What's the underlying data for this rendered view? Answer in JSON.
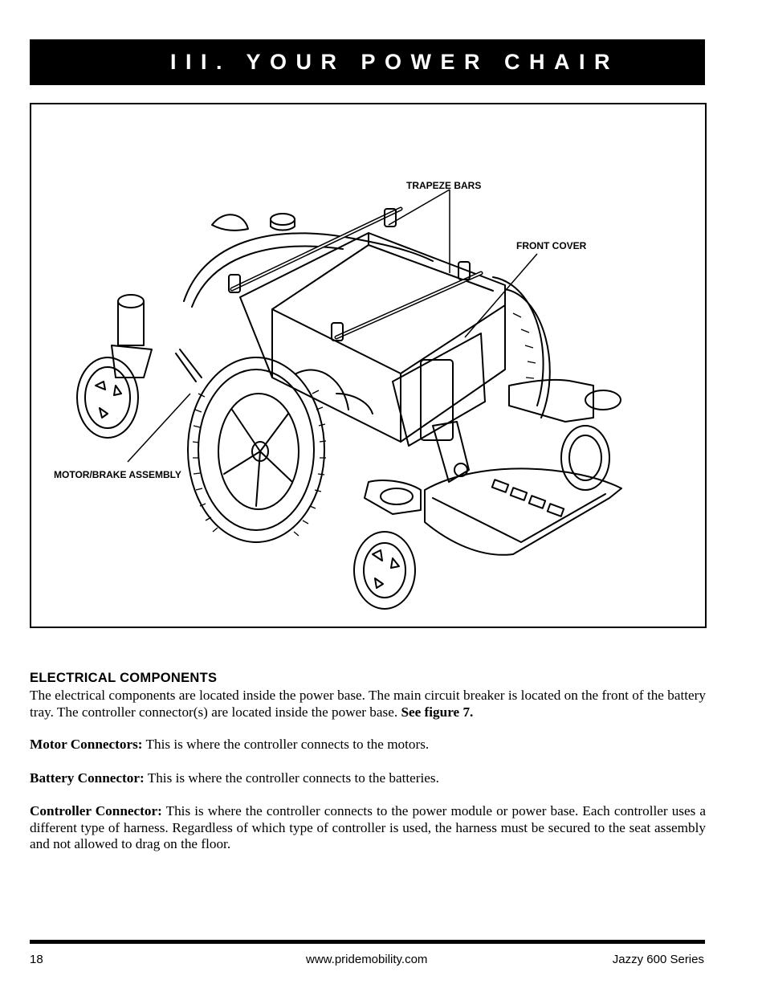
{
  "header": {
    "title": "III. YOUR POWER CHAIR"
  },
  "figure": {
    "labels": {
      "trapeze_bars": "TRAPEZE BARS",
      "front_cover": "FRONT COVER",
      "motor_brake": "MOTOR/BRAKE ASSEMBLY"
    }
  },
  "section": {
    "heading": "ELECTRICAL COMPONENTS",
    "intro": "The electrical components are located inside the power base. The main circuit breaker is located on the front of the battery tray. The controller connector(s) are located inside the power base.",
    "intro_ref": "See figure 7.",
    "items": [
      {
        "term": "Motor Connectors:",
        "text": "This is where the controller connects to the motors."
      },
      {
        "term": "Battery Connector:",
        "text": "This is where the controller connects to the batteries."
      },
      {
        "term": "Controller Connector:",
        "text": "This is where the controller connects to the power module or power base. Each controller uses a different type of harness. Regardless of which type of controller is used, the harness must be secured to the seat assembly and not allowed to drag on the floor."
      }
    ]
  },
  "footer": {
    "page_number": "18",
    "website": "www.pridemobility.com",
    "series": "Jazzy 600 Series"
  }
}
